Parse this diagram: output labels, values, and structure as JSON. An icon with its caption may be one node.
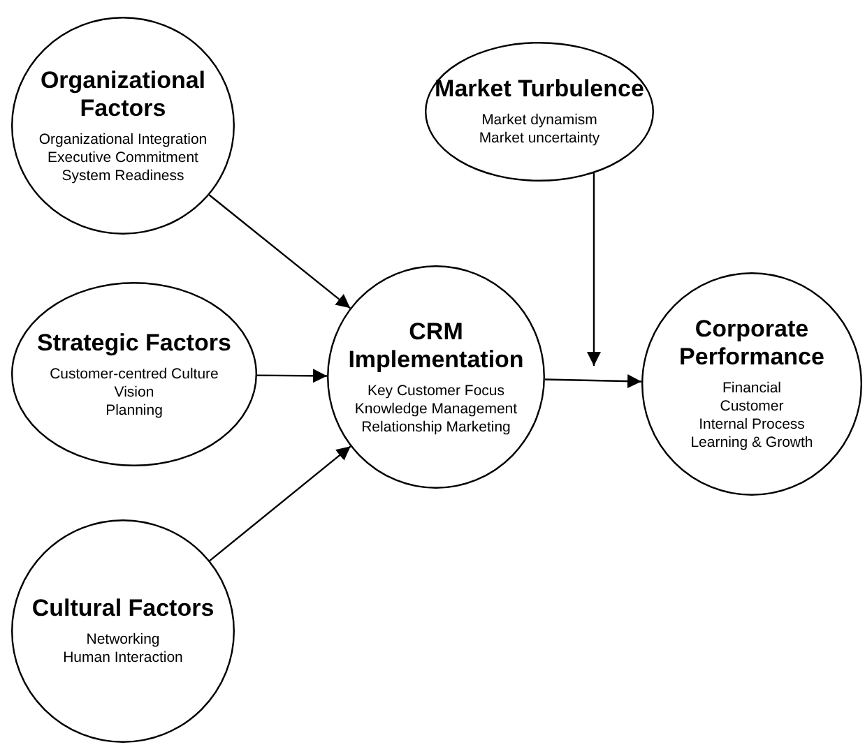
{
  "diagram": {
    "nodes": [
      {
        "text": [
          "Organizational Factors",
          "Organizational Integration",
          "Executive Commitment",
          "System Readiness"
        ]
      },
      {
        "text": [
          "Market Turbulence",
          "Market dynamism",
          "Market uncertainty"
        ]
      },
      {
        "text": [
          "Strategic Factors",
          "Customer-centred Culture",
          "Vision",
          "Planning"
        ]
      },
      {
        "text": [
          "CRM Implementation",
          "Key Customer Focus",
          "Knowledge Management",
          "Relationship Marketing"
        ]
      },
      {
        "text": [
          "Corporate Performance",
          "Financial",
          "Customer",
          "Internal Process",
          "Learning & Growth"
        ]
      },
      {
        "text": [
          "Cultural Factors",
          "Networking",
          "Human Interaction"
        ]
      }
    ],
    "edges": [
      {
        "from": 0,
        "to": 3,
        "arrow": "to"
      },
      {
        "from": 2,
        "to": 3,
        "arrow": "to"
      },
      {
        "from": 5,
        "to": 3,
        "arrow": "to"
      },
      {
        "from": 3,
        "to": 4,
        "arrow": "to"
      },
      {
        "from": 1,
        "to": null,
        "arrow": "to"
      }
    ]
  }
}
